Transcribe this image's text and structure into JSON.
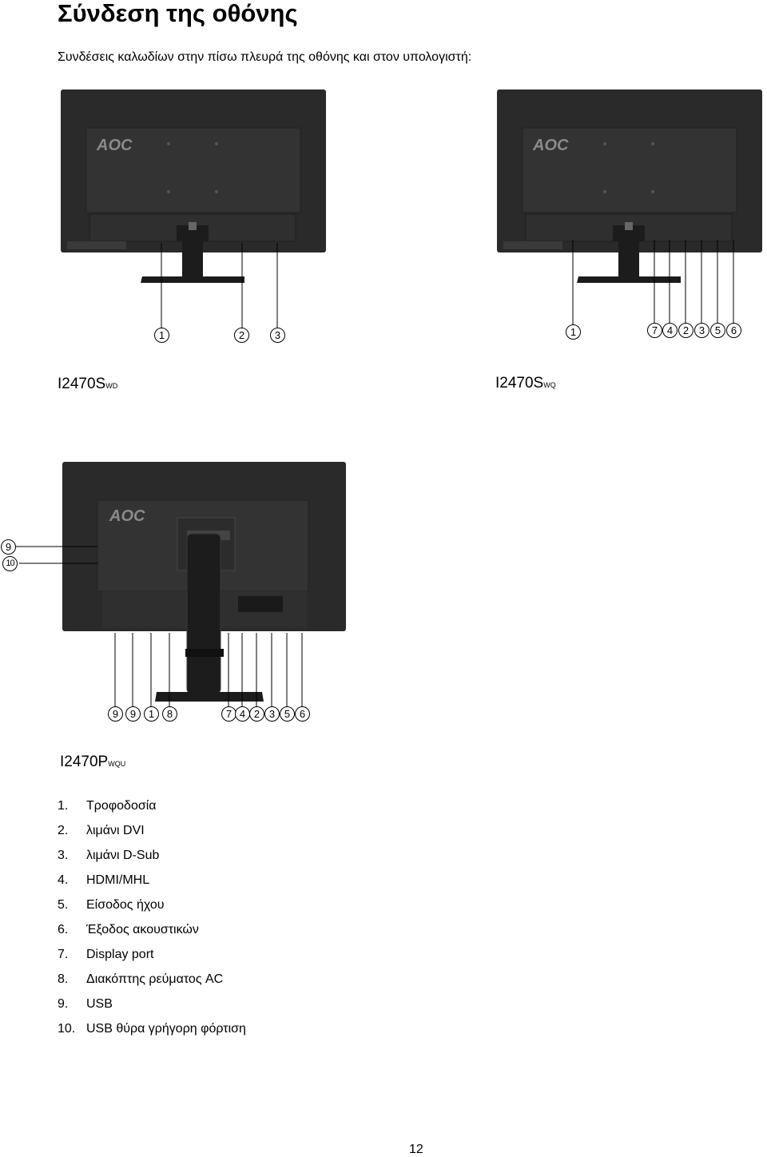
{
  "title": "Σύνδεση της οθόνης",
  "subtitle": "Συνδέσεις καλωδίων στην πίσω πλευρά της οθόνης και στον υπολογιστή:",
  "brand_logo": "AOC",
  "models": [
    {
      "base": "I2470S",
      "suffix": "WD"
    },
    {
      "base": "I2470S",
      "suffix": "WQ"
    },
    {
      "base": "I2470P",
      "suffix": "WQU"
    }
  ],
  "callouts": {
    "wd": [
      "1",
      "2",
      "3"
    ],
    "wq": [
      "1",
      "7",
      "4",
      "2",
      "3",
      "5",
      "6"
    ],
    "wqu_side": [
      "9",
      "10"
    ],
    "wqu_bottom": [
      "9",
      "9",
      "1",
      "8",
      "7",
      "4",
      "2",
      "3",
      "5",
      "6"
    ]
  },
  "legend": [
    {
      "num": "1.",
      "text": "Τροφοδοσία"
    },
    {
      "num": "2.",
      "text": "λιμάνι  DVI"
    },
    {
      "num": "3.",
      "text": "λιμάνι  D-Sub"
    },
    {
      "num": "4.",
      "text": "HDMI/MHL"
    },
    {
      "num": "5.",
      "text": "Είσοδος ήχου"
    },
    {
      "num": "6.",
      "text": "Έξοδος ακουστικών"
    },
    {
      "num": "7.",
      "text": "Display port"
    },
    {
      "num": "8.",
      "text": "Διακόπτης ρεύματος AC"
    },
    {
      "num": "9.",
      "text": "USB"
    },
    {
      "num": "10.",
      "text": "USB θύρα γρήγορη φόρτιση"
    }
  ],
  "page_number": "12",
  "colors": {
    "monitor_body": "#2a2a2a",
    "monitor_panel": "#3a3a3a",
    "logo": "#888888"
  }
}
